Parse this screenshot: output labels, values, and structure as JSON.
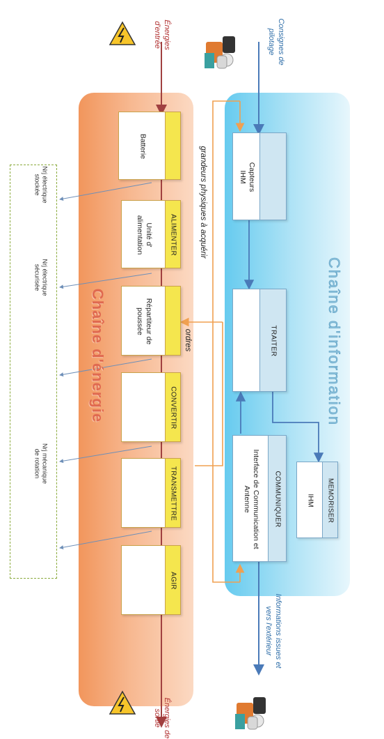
{
  "energy_chain": {
    "title": "Chaîne d'énergie",
    "input_label": "Énergies d'entrée",
    "output_label": "Énergies de sortie",
    "blocks": [
      {
        "function": "",
        "component": "Batterie"
      },
      {
        "function": "ALIMENTER",
        "component": "Unité d' alimentation"
      },
      {
        "function": "",
        "component": "Répartiteur de poussée"
      },
      {
        "function": "CONVERTIR",
        "component": ""
      },
      {
        "function": "TRANSMETTRE",
        "component": ""
      },
      {
        "function": "AGIR",
        "component": ""
      }
    ],
    "energy_flows": [
      "Nrj électrique stockée",
      "Nrj électrique sécurisée",
      "Nrj mécanique de rotation"
    ]
  },
  "information_chain": {
    "title": "Chaîne d'information",
    "input_label": "Consignes de pilotage",
    "output_label": "Informations issues et vers l'extérieur",
    "acquire_label": "grandeurs physiques à acquérir",
    "orders_label": "ordres",
    "blocks": {
      "acquire": {
        "function": "",
        "component": "Capteurs IHM"
      },
      "process": {
        "function": "TRAITER",
        "component": ""
      },
      "store": {
        "function": "MEMORISER",
        "component": "IHM"
      },
      "communicate": {
        "function": "COMMUNIQUER",
        "component": "Interface de Communication et Antenne"
      }
    }
  },
  "colors": {
    "energy_band": "#f6b084",
    "info_band": "#a6e0f5",
    "function_tab": "#f5e64e",
    "energy_arrow": "#a04040",
    "info_arrow": "#4a7ab8",
    "order_arrow": "#f0a050",
    "flow_zone_border": "#8aaa3c"
  },
  "icons": [
    "warning-electric-icon",
    "user-at-desk-icon"
  ]
}
